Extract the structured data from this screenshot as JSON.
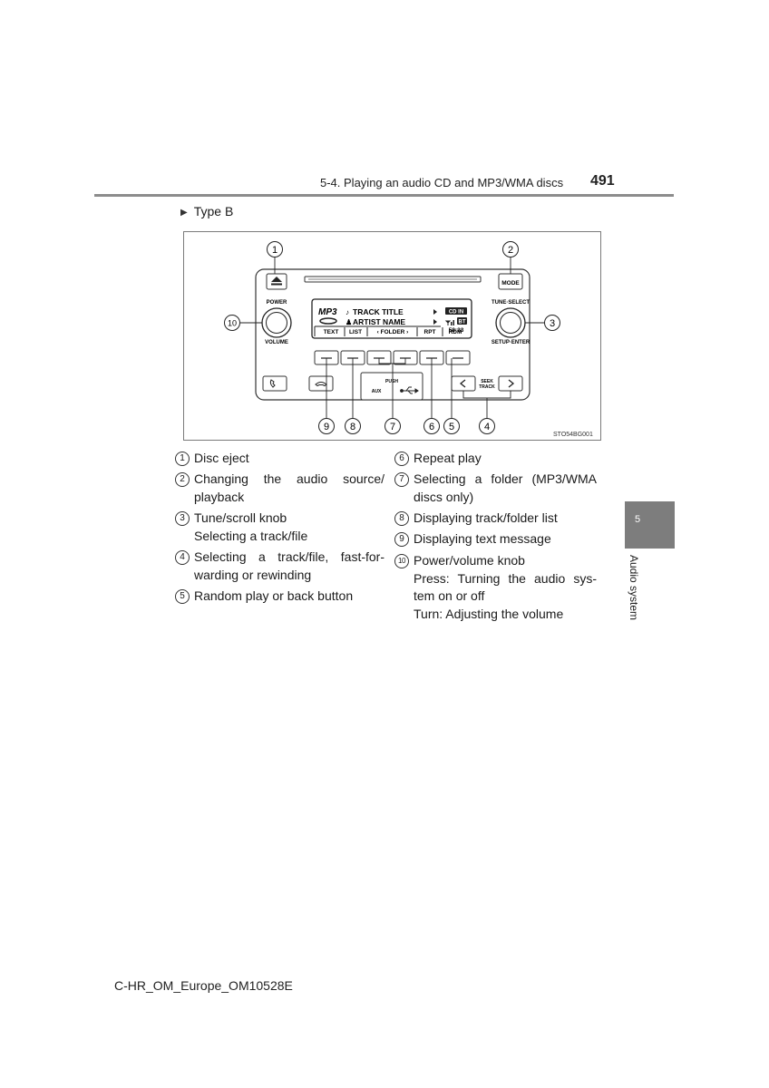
{
  "header": {
    "section_title": "5-4. Playing an audio CD and MP3/WMA discs",
    "page_number": "491"
  },
  "subheading": "Type B",
  "figure": {
    "code": "STO54BG001",
    "callouts": [
      "1",
      "2",
      "3",
      "4",
      "5",
      "6",
      "7",
      "8",
      "9",
      "10"
    ],
    "labels": {
      "power": "POWER",
      "volume": "VOLUME",
      "tune_select": "TUNE·SELECT",
      "setup_enter": "SETUP·ENTER",
      "mode": "MODE",
      "push": "PUSH",
      "aux": "AUX",
      "seek": "SEEK",
      "track": "TRACK"
    },
    "display": {
      "format": "MP3",
      "track_title": "TRACK TITLE",
      "artist_name": "ARTIST NAME",
      "cd_in": "CD IN",
      "bt": "BT",
      "time": "58:33",
      "softkeys": [
        "TEXT",
        "LIST",
        "‹ FOLDER ›",
        "RPT",
        "RDM"
      ]
    }
  },
  "legend": [
    {
      "num": "1",
      "lines": [
        "Disc eject"
      ]
    },
    {
      "num": "2",
      "lines": [
        "Changing the audio source/",
        "playback"
      ]
    },
    {
      "num": "3",
      "lines": [
        "Tune/scroll knob",
        "Selecting a track/file"
      ]
    },
    {
      "num": "4",
      "lines": [
        "Selecting a track/file, fast-for-",
        "warding or rewinding"
      ]
    },
    {
      "num": "5",
      "lines": [
        "Random play or back button"
      ]
    },
    {
      "num": "6",
      "lines": [
        "Repeat play"
      ]
    },
    {
      "num": "7",
      "lines": [
        "Selecting a folder (MP3/WMA",
        "discs only)"
      ]
    },
    {
      "num": "8",
      "lines": [
        "Displaying track/folder list"
      ]
    },
    {
      "num": "9",
      "lines": [
        "Displaying text message"
      ]
    },
    {
      "num": "10",
      "lines": [
        "Power/volume knob",
        "Press: Turning the audio sys-",
        "tem on or off",
        "Turn: Adjusting the volume"
      ]
    }
  ],
  "side_tab": {
    "number": "5",
    "label": "Audio system"
  },
  "footer": "C-HR_OM_Europe_OM10528E"
}
